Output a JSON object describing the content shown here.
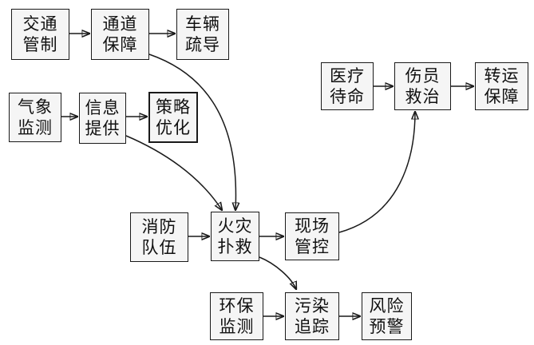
{
  "nodes": {
    "traffic_control": {
      "line1": "交通",
      "line2": "管制"
    },
    "road_guarantee": {
      "line1": "通道",
      "line2": "保障"
    },
    "vehicle_diversion": {
      "line1": "车辆",
      "line2": "疏导"
    },
    "weather_monitoring": {
      "line1": "气象",
      "line2": "监测"
    },
    "info_provision": {
      "line1": "信息",
      "line2": "提供"
    },
    "strategy_optimization": {
      "line1": "策略",
      "line2": "优化"
    },
    "medical_standby": {
      "line1": "医疗",
      "line2": "待命"
    },
    "casualty_rescue": {
      "line1": "伤员",
      "line2": "救治"
    },
    "transfer_guarantee": {
      "line1": "转运",
      "line2": "保障"
    },
    "fire_brigade": {
      "line1": "消防",
      "line2": "队伍"
    },
    "fire_rescue": {
      "line1": "火灾",
      "line2": "扑救"
    },
    "site_control": {
      "line1": "现场",
      "line2": "管控"
    },
    "env_monitoring": {
      "line1": "环保",
      "line2": "监测"
    },
    "pollution_tracking": {
      "line1": "污染",
      "line2": "追踪"
    },
    "risk_warning": {
      "line1": "风险",
      "line2": "预警"
    }
  }
}
